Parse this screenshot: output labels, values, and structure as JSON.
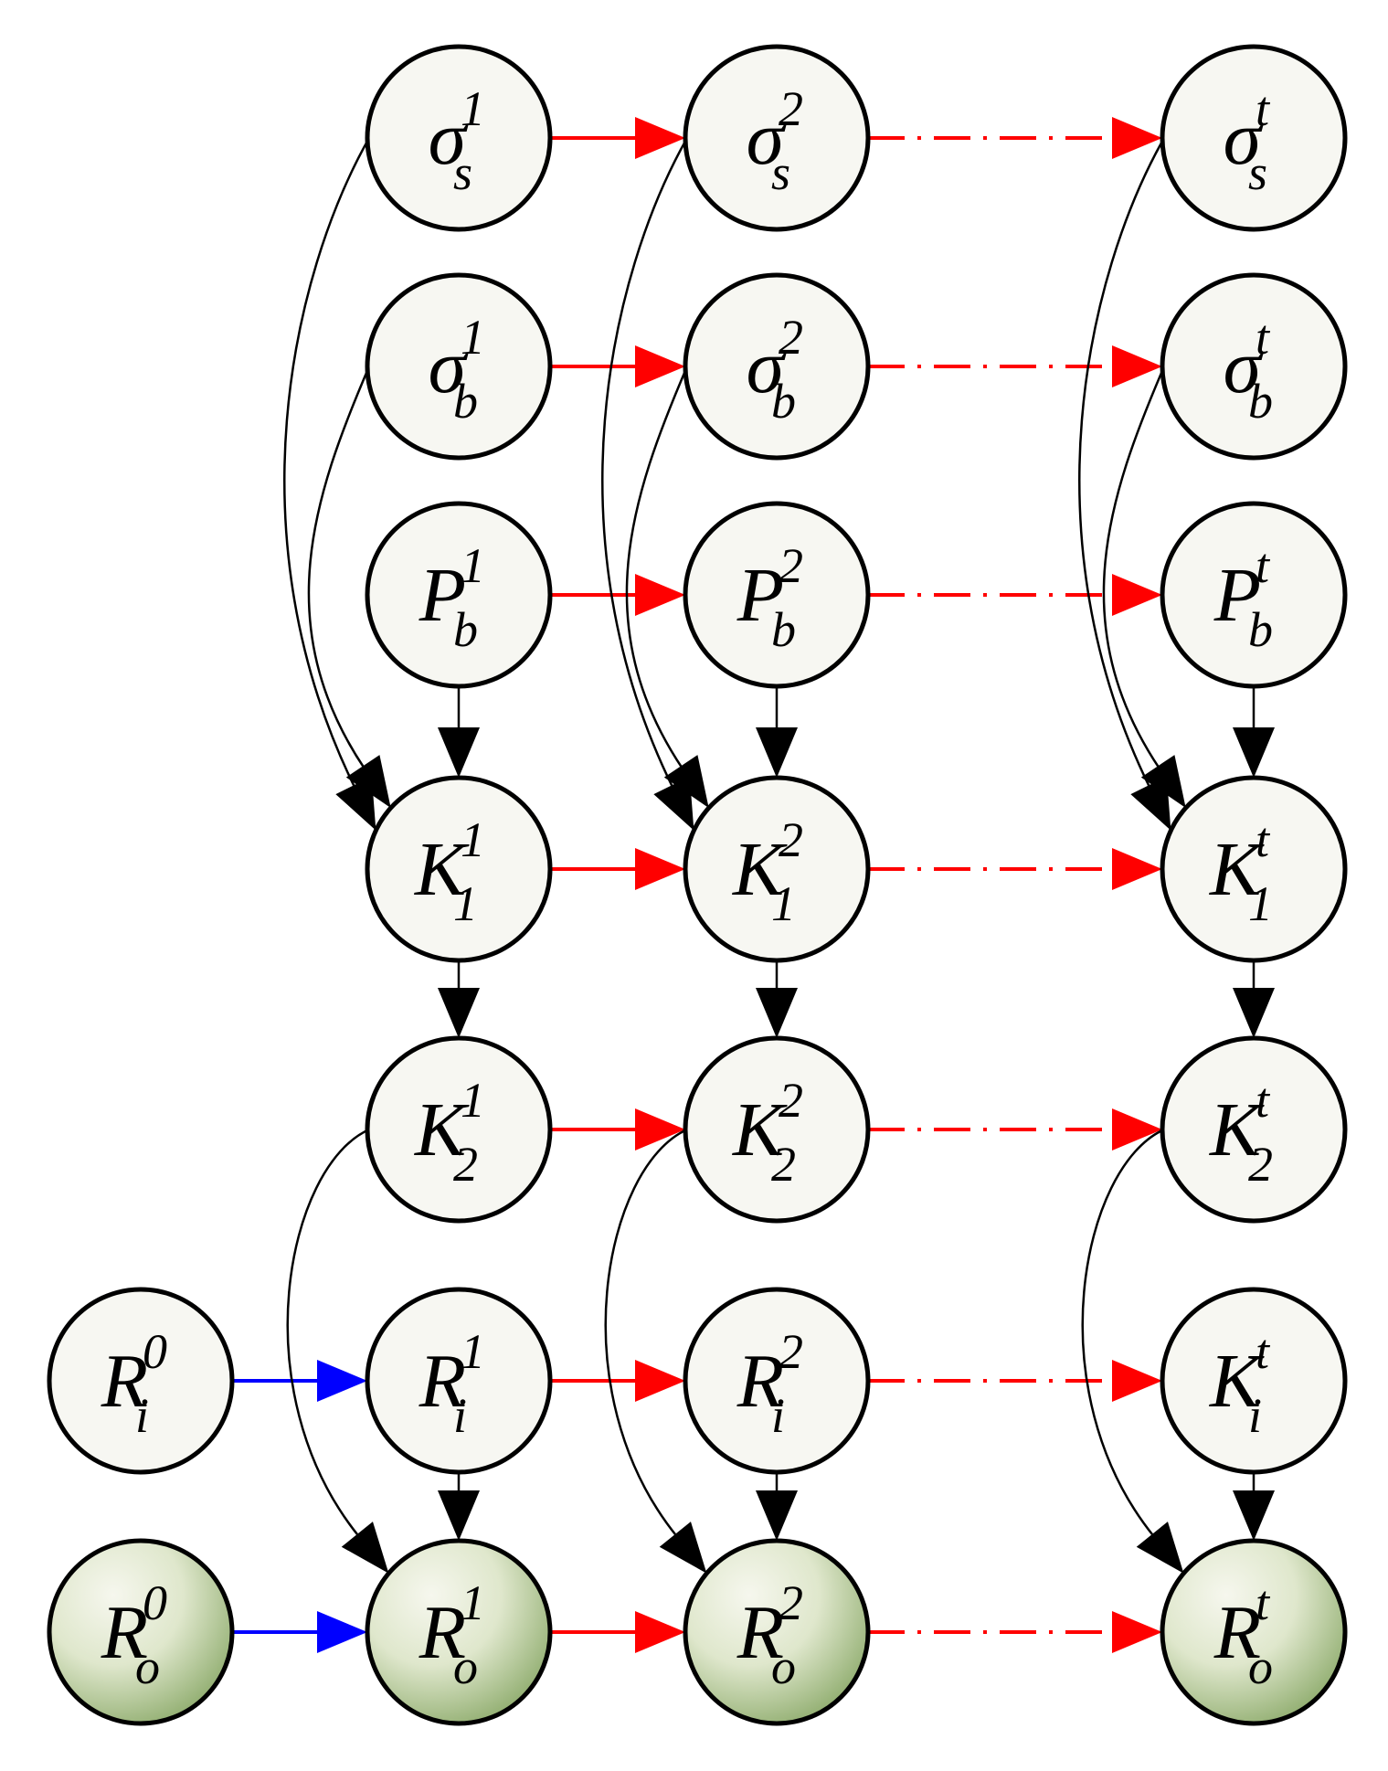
{
  "diagram": {
    "colors": {
      "node_fill": "#f7f7f2",
      "observed_fill_light": "#f6f7ee",
      "observed_fill_dark": "#7ea05a",
      "temporal_edge": "#ff0000",
      "initial_edge": "#0000ff",
      "dependency_edge": "#000000"
    },
    "nodes": [
      {
        "id": "ss1",
        "base": "σ",
        "sup": "1",
        "sub": "s",
        "observed": false
      },
      {
        "id": "ss2",
        "base": "σ",
        "sup": "2",
        "sub": "s",
        "observed": false
      },
      {
        "id": "sst",
        "base": "σ",
        "sup": "t",
        "sub": "s",
        "observed": false
      },
      {
        "id": "sb1",
        "base": "σ",
        "sup": "1",
        "sub": "b",
        "observed": false
      },
      {
        "id": "sb2",
        "base": "σ",
        "sup": "2",
        "sub": "b",
        "observed": false
      },
      {
        "id": "sbt",
        "base": "σ",
        "sup": "t",
        "sub": "b",
        "observed": false
      },
      {
        "id": "pb1",
        "base": "P",
        "sup": "1",
        "sub": "b",
        "observed": false
      },
      {
        "id": "pb2",
        "base": "P",
        "sup": "2",
        "sub": "b",
        "observed": false
      },
      {
        "id": "pbt",
        "base": "P",
        "sup": "t",
        "sub": "b",
        "observed": false
      },
      {
        "id": "k11",
        "base": "K",
        "sup": "1",
        "sub": "1",
        "observed": false
      },
      {
        "id": "k12",
        "base": "K",
        "sup": "2",
        "sub": "1",
        "observed": false
      },
      {
        "id": "k1t",
        "base": "K",
        "sup": "t",
        "sub": "1",
        "observed": false
      },
      {
        "id": "k21",
        "base": "K",
        "sup": "1",
        "sub": "2",
        "observed": false
      },
      {
        "id": "k22",
        "base": "K",
        "sup": "2",
        "sub": "2",
        "observed": false
      },
      {
        "id": "k2t",
        "base": "K",
        "sup": "t",
        "sub": "2",
        "observed": false
      },
      {
        "id": "ri0",
        "base": "R",
        "sup": "0",
        "sub": "i",
        "observed": false
      },
      {
        "id": "ri1",
        "base": "R",
        "sup": "1",
        "sub": "i",
        "observed": false
      },
      {
        "id": "ri2",
        "base": "R",
        "sup": "2",
        "sub": "i",
        "observed": false
      },
      {
        "id": "kit",
        "base": "K",
        "sup": "t",
        "sub": "i",
        "observed": false
      },
      {
        "id": "ro0",
        "base": "R",
        "sup": "0",
        "sub": "o",
        "observed": true
      },
      {
        "id": "ro1",
        "base": "R",
        "sup": "1",
        "sub": "o",
        "observed": true
      },
      {
        "id": "ro2",
        "base": "R",
        "sup": "2",
        "sub": "o",
        "observed": true
      },
      {
        "id": "rot",
        "base": "R",
        "sup": "t",
        "sub": "o",
        "observed": true
      }
    ],
    "edges": [
      {
        "from": "ss1",
        "to": "ss2",
        "kind": "temporal",
        "dashed": false
      },
      {
        "from": "ss2",
        "to": "sst",
        "kind": "temporal",
        "dashed": true
      },
      {
        "from": "sb1",
        "to": "sb2",
        "kind": "temporal",
        "dashed": false
      },
      {
        "from": "sb2",
        "to": "sbt",
        "kind": "temporal",
        "dashed": true
      },
      {
        "from": "pb1",
        "to": "pb2",
        "kind": "temporal",
        "dashed": false
      },
      {
        "from": "pb2",
        "to": "pbt",
        "kind": "temporal",
        "dashed": true
      },
      {
        "from": "k11",
        "to": "k12",
        "kind": "temporal",
        "dashed": false
      },
      {
        "from": "k12",
        "to": "k1t",
        "kind": "temporal",
        "dashed": true
      },
      {
        "from": "k21",
        "to": "k22",
        "kind": "temporal",
        "dashed": false
      },
      {
        "from": "k22",
        "to": "k2t",
        "kind": "temporal",
        "dashed": true
      },
      {
        "from": "ri0",
        "to": "ri1",
        "kind": "initial",
        "dashed": false
      },
      {
        "from": "ri1",
        "to": "ri2",
        "kind": "temporal",
        "dashed": false
      },
      {
        "from": "ri2",
        "to": "kit",
        "kind": "temporal",
        "dashed": true
      },
      {
        "from": "ro0",
        "to": "ro1",
        "kind": "initial",
        "dashed": false
      },
      {
        "from": "ro1",
        "to": "ro2",
        "kind": "temporal",
        "dashed": false
      },
      {
        "from": "ro2",
        "to": "rot",
        "kind": "temporal",
        "dashed": true
      },
      {
        "from": "pb1",
        "to": "k11",
        "kind": "dependency",
        "dashed": false
      },
      {
        "from": "pb2",
        "to": "k12",
        "kind": "dependency",
        "dashed": false
      },
      {
        "from": "pbt",
        "to": "k1t",
        "kind": "dependency",
        "dashed": false
      },
      {
        "from": "k11",
        "to": "k21",
        "kind": "dependency",
        "dashed": false
      },
      {
        "from": "k12",
        "to": "k22",
        "kind": "dependency",
        "dashed": false
      },
      {
        "from": "k1t",
        "to": "k2t",
        "kind": "dependency",
        "dashed": false
      },
      {
        "from": "ri1",
        "to": "ro1",
        "kind": "dependency",
        "dashed": false
      },
      {
        "from": "ri2",
        "to": "ro2",
        "kind": "dependency",
        "dashed": false
      },
      {
        "from": "kit",
        "to": "rot",
        "kind": "dependency",
        "dashed": false
      },
      {
        "from": "ss1",
        "to": "k11",
        "kind": "dependency",
        "dashed": false,
        "curved": true
      },
      {
        "from": "ss2",
        "to": "k12",
        "kind": "dependency",
        "dashed": false,
        "curved": true
      },
      {
        "from": "sst",
        "to": "k1t",
        "kind": "dependency",
        "dashed": false,
        "curved": true
      },
      {
        "from": "sb1",
        "to": "k11",
        "kind": "dependency",
        "dashed": false,
        "curved": true
      },
      {
        "from": "sb2",
        "to": "k12",
        "kind": "dependency",
        "dashed": false,
        "curved": true
      },
      {
        "from": "sbt",
        "to": "k1t",
        "kind": "dependency",
        "dashed": false,
        "curved": true
      },
      {
        "from": "k21",
        "to": "ro1",
        "kind": "dependency",
        "dashed": false,
        "curved": true
      },
      {
        "from": "k22",
        "to": "ro2",
        "kind": "dependency",
        "dashed": false,
        "curved": true
      },
      {
        "from": "k2t",
        "to": "rot",
        "kind": "dependency",
        "dashed": false,
        "curved": true
      }
    ]
  }
}
